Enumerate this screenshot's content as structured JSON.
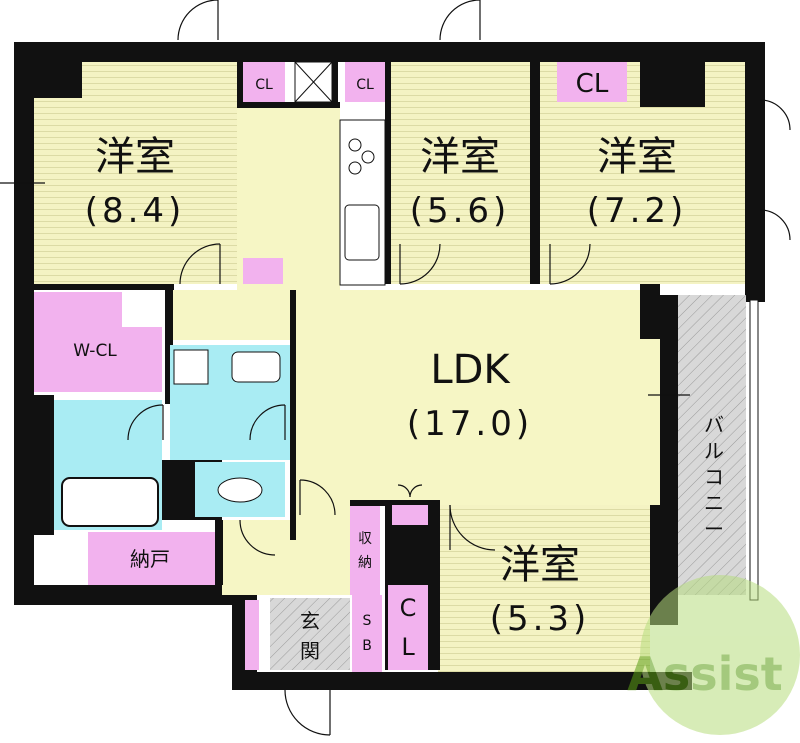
{
  "colors": {
    "wall": "#111111",
    "room": "#f4f3c3",
    "stripe": "#dcdba5",
    "ldk": "#f6f6c5",
    "closet": "#f2b2ee",
    "wet": "#a9ecf3",
    "balcony": "#d6d6d6",
    "entrance": "#c9c9c9",
    "logo": "#7dbf2a"
  },
  "rooms": {
    "room1": {
      "name": "洋室",
      "size": "(8.4)"
    },
    "room2": {
      "name": "洋室",
      "size": "(5.6)"
    },
    "room3": {
      "name": "洋室",
      "size": "(7.2)"
    },
    "ldk": {
      "name": "LDK",
      "size": "(17.0)"
    },
    "room4": {
      "name": "洋室",
      "size": "(5.3)"
    }
  },
  "labels": {
    "cl": "CL",
    "wcl": "W-CL",
    "storage": "納戸",
    "shuno": [
      "収",
      "納"
    ],
    "genkan": [
      "玄",
      "関"
    ],
    "sb": [
      "S",
      "B"
    ],
    "cl_v": [
      "C",
      "L"
    ],
    "balcony": [
      "バ",
      "ル",
      "コ",
      "ニ",
      "ー"
    ]
  },
  "logo": {
    "text": "Assist",
    "icons": [
      "appliance-icon"
    ]
  }
}
